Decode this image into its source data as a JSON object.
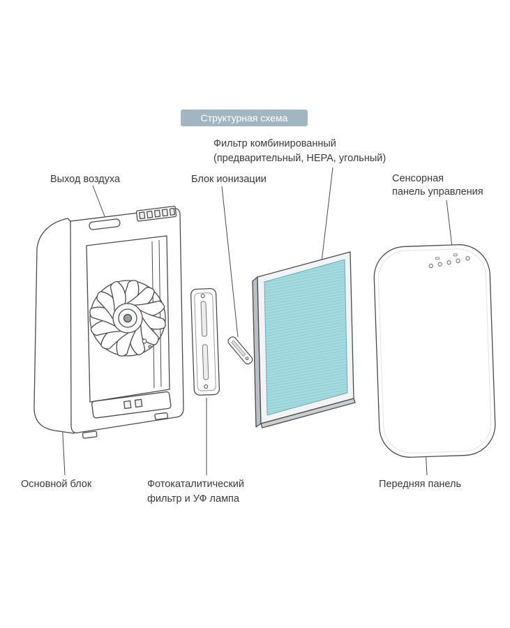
{
  "title": {
    "badge": "Структурная схема"
  },
  "labels": {
    "air_outlet": "Выход воздуха",
    "ionizer_block": "Блок ионизации",
    "combined_filter": "Фильтр комбинированный\n(предварительный, HEPA, угольный)",
    "touch_panel": "Сенсорная\nпанель управления",
    "main_unit": "Основной блок",
    "photocatalytic_filter": "Фотокаталитический\nфильтр и УФ лампа",
    "front_panel": "Передняя панель"
  },
  "colors": {
    "badge_bg": "#a2b6c1",
    "badge_text": "#ffffff",
    "filter_face": "#a5dbe0",
    "filter_hatch": "#8fcdd4",
    "outline": "#4a4a4a",
    "label_text": "#3a3a3a"
  }
}
